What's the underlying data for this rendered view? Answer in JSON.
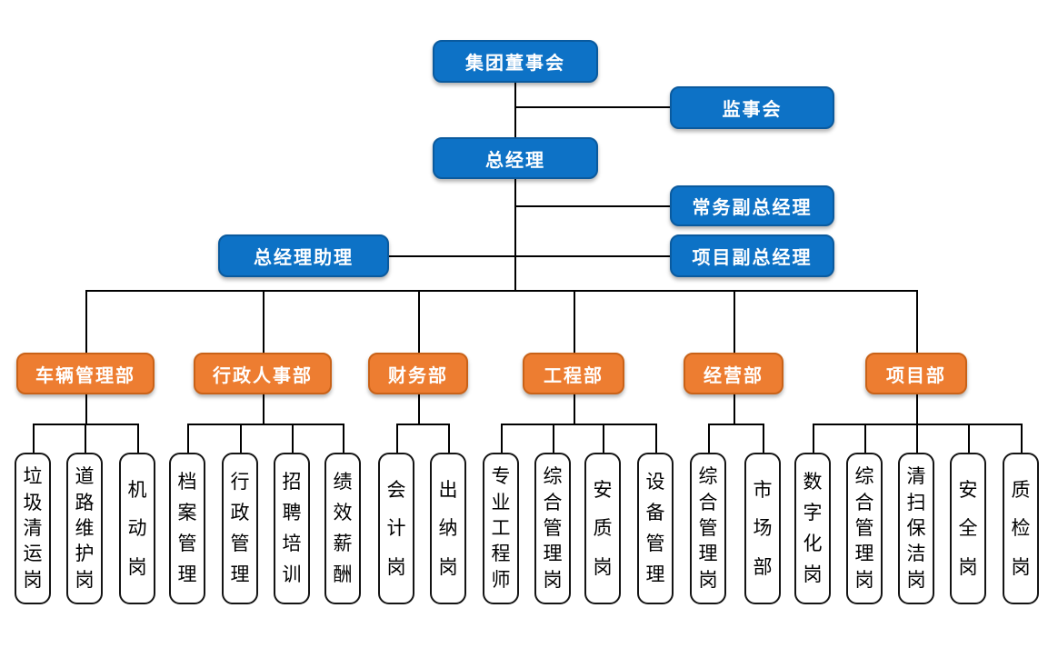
{
  "executives": {
    "board": "集团董事会",
    "supervisory_board": "监事会",
    "general_manager": "总经理",
    "executive_deputy_gm": "常务副总经理",
    "gm_assistant": "总经理助理",
    "project_deputy_gm": "项目副总经理"
  },
  "departments": [
    {
      "label": "车辆管理部",
      "positions": [
        "垃圾清运岗",
        "道路维护岗",
        "机动岗"
      ]
    },
    {
      "label": "行政人事部",
      "positions": [
        "档案管理",
        "行政管理",
        "招聘培训",
        "绩效薪酬"
      ]
    },
    {
      "label": "财务部",
      "positions": [
        "会计岗",
        "出纳岗"
      ]
    },
    {
      "label": "工程部",
      "positions": [
        "专业工程师",
        "综合管理岗",
        "安质岗",
        "设备管理"
      ]
    },
    {
      "label": "经营部",
      "positions": [
        "综合管理岗",
        "市场部"
      ]
    },
    {
      "label": "项目部",
      "positions": [
        "数字化岗",
        "综合管理岗",
        "清扫保洁岗",
        "安全岗",
        "质检岗"
      ]
    }
  ],
  "colors": {
    "executive_fill": "#0D72C6",
    "executive_border": "#0A5A9E",
    "department_fill": "#ED7D31",
    "department_border": "#C96218",
    "position_fill": "#FFFFFF",
    "position_border": "#141414",
    "connector": "#000000",
    "text_on_color": "#FFFFFF",
    "position_text": "#000000"
  }
}
